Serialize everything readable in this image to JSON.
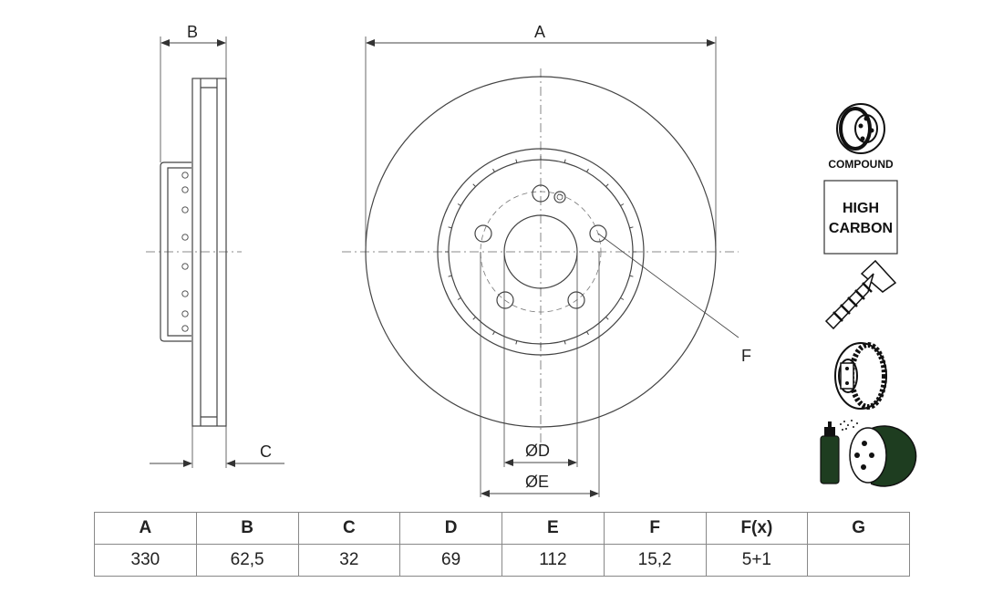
{
  "labels": {
    "outer_diameter": "A",
    "thickness": "B",
    "min_thickness": "C",
    "bore_diameter": "ØD",
    "bolt_circle": "ØE",
    "bolt_hole": "F"
  },
  "badges": {
    "compound": "COMPOUND",
    "high_carbon_line1": "HIGH",
    "high_carbon_line2": "CARBON"
  },
  "icons": [
    "compound-disc-icon",
    "high-carbon-icon",
    "screw-icon",
    "vented-disc-icon",
    "coated-disc-spray-icon"
  ],
  "table": {
    "headers": [
      "A",
      "B",
      "C",
      "D",
      "E",
      "F",
      "F(x)",
      "G"
    ],
    "values": [
      "330",
      "62,5",
      "32",
      "69",
      "112",
      "15,2",
      "5+1",
      ""
    ]
  },
  "colors": {
    "line": "#333333",
    "thin": "#777777",
    "coating": "#1e3d20"
  }
}
